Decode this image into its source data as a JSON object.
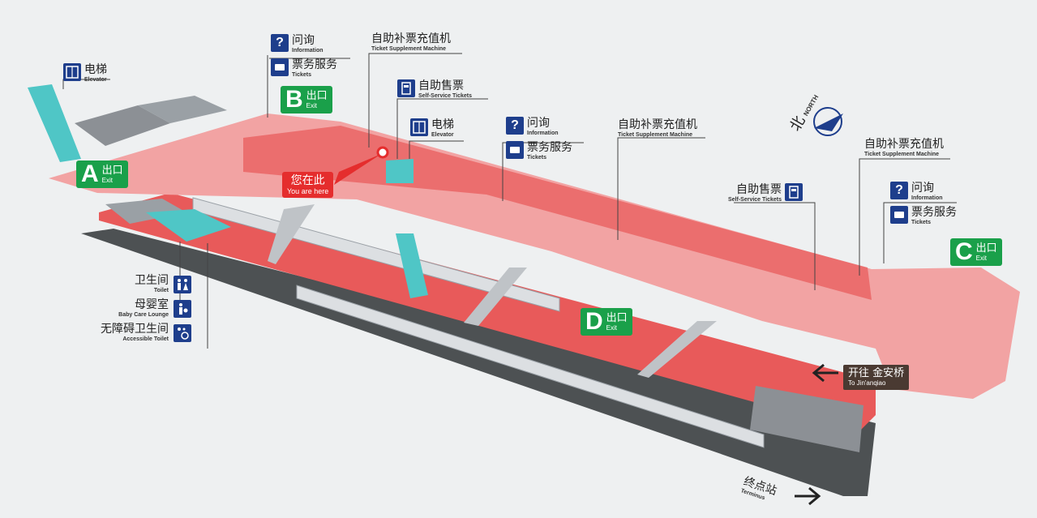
{
  "elevator_label": {
    "cn": "电梯",
    "en": "Elevator"
  },
  "info_label": {
    "cn": "问询",
    "en": "Information"
  },
  "tickets_label": {
    "cn": "票务服务",
    "en": "Tickets"
  },
  "supplement_label": {
    "cn": "自助补票充值机",
    "en": "Ticket Supplement Machine"
  },
  "self_service_label": {
    "cn": "自助售票",
    "en": "Self-Service Tickets"
  },
  "exits": {
    "a": {
      "letter": "A",
      "cn": "出口",
      "en": "Exit"
    },
    "b": {
      "letter": "B",
      "cn": "出口",
      "en": "Exit"
    },
    "c": {
      "letter": "C",
      "cn": "出口",
      "en": "Exit"
    },
    "d": {
      "letter": "D",
      "cn": "出口",
      "en": "Exit"
    }
  },
  "you_are_here": {
    "cn": "您在此",
    "en": "You are here"
  },
  "compass": {
    "cn": "北",
    "en": "NORTH"
  },
  "facilities": [
    {
      "cn": "卫生间",
      "en": "Toilet",
      "icon": "toilet-icon"
    },
    {
      "cn": "母婴室",
      "en": "Baby Care Lounge",
      "icon": "baby-care-icon"
    },
    {
      "cn": "无障碍卫生间",
      "en": "Accessible Toilet",
      "icon": "accessible-toilet-icon"
    }
  ],
  "destination": {
    "cn": "开往 金安桥",
    "en": "To Jin'anqiao"
  },
  "terminus": {
    "cn": "终点站",
    "en": "Terminus"
  },
  "colors": {
    "concourse": "#f2a3a3",
    "platform": "#e85a5a",
    "track": "#4d5153",
    "sign_blue": "#1e3e8c",
    "exit_green": "#1aa04a",
    "elevator": "#4fc6c6"
  }
}
